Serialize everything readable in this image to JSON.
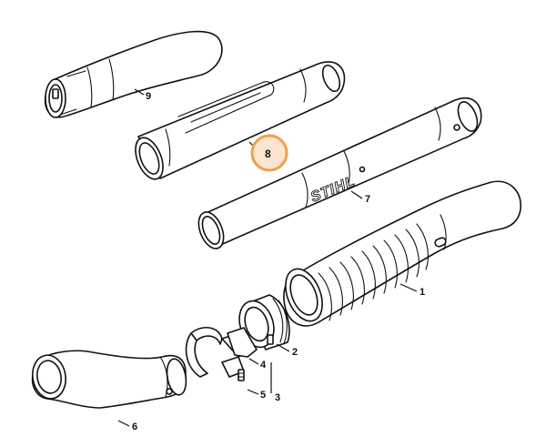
{
  "diagram": {
    "brand_logo": "STIHL",
    "highlight_color": "#f0a04b",
    "line_color": "#111111",
    "parts": [
      {
        "id": "part-1",
        "label": "1",
        "name": "corrugated-hose"
      },
      {
        "id": "part-2",
        "label": "2",
        "name": "hose-connector"
      },
      {
        "id": "part-3",
        "label": "3",
        "name": "bracket-assembly"
      },
      {
        "id": "part-4",
        "label": "4",
        "name": "clamp"
      },
      {
        "id": "part-5",
        "label": "5",
        "name": "screw"
      },
      {
        "id": "part-6",
        "label": "6",
        "name": "elbow"
      },
      {
        "id": "part-7",
        "label": "7",
        "name": "blower-tube"
      },
      {
        "id": "part-8",
        "label": "8",
        "name": "tube-section",
        "highlighted": true
      },
      {
        "id": "part-9",
        "label": "9",
        "name": "nozzle"
      }
    ]
  }
}
